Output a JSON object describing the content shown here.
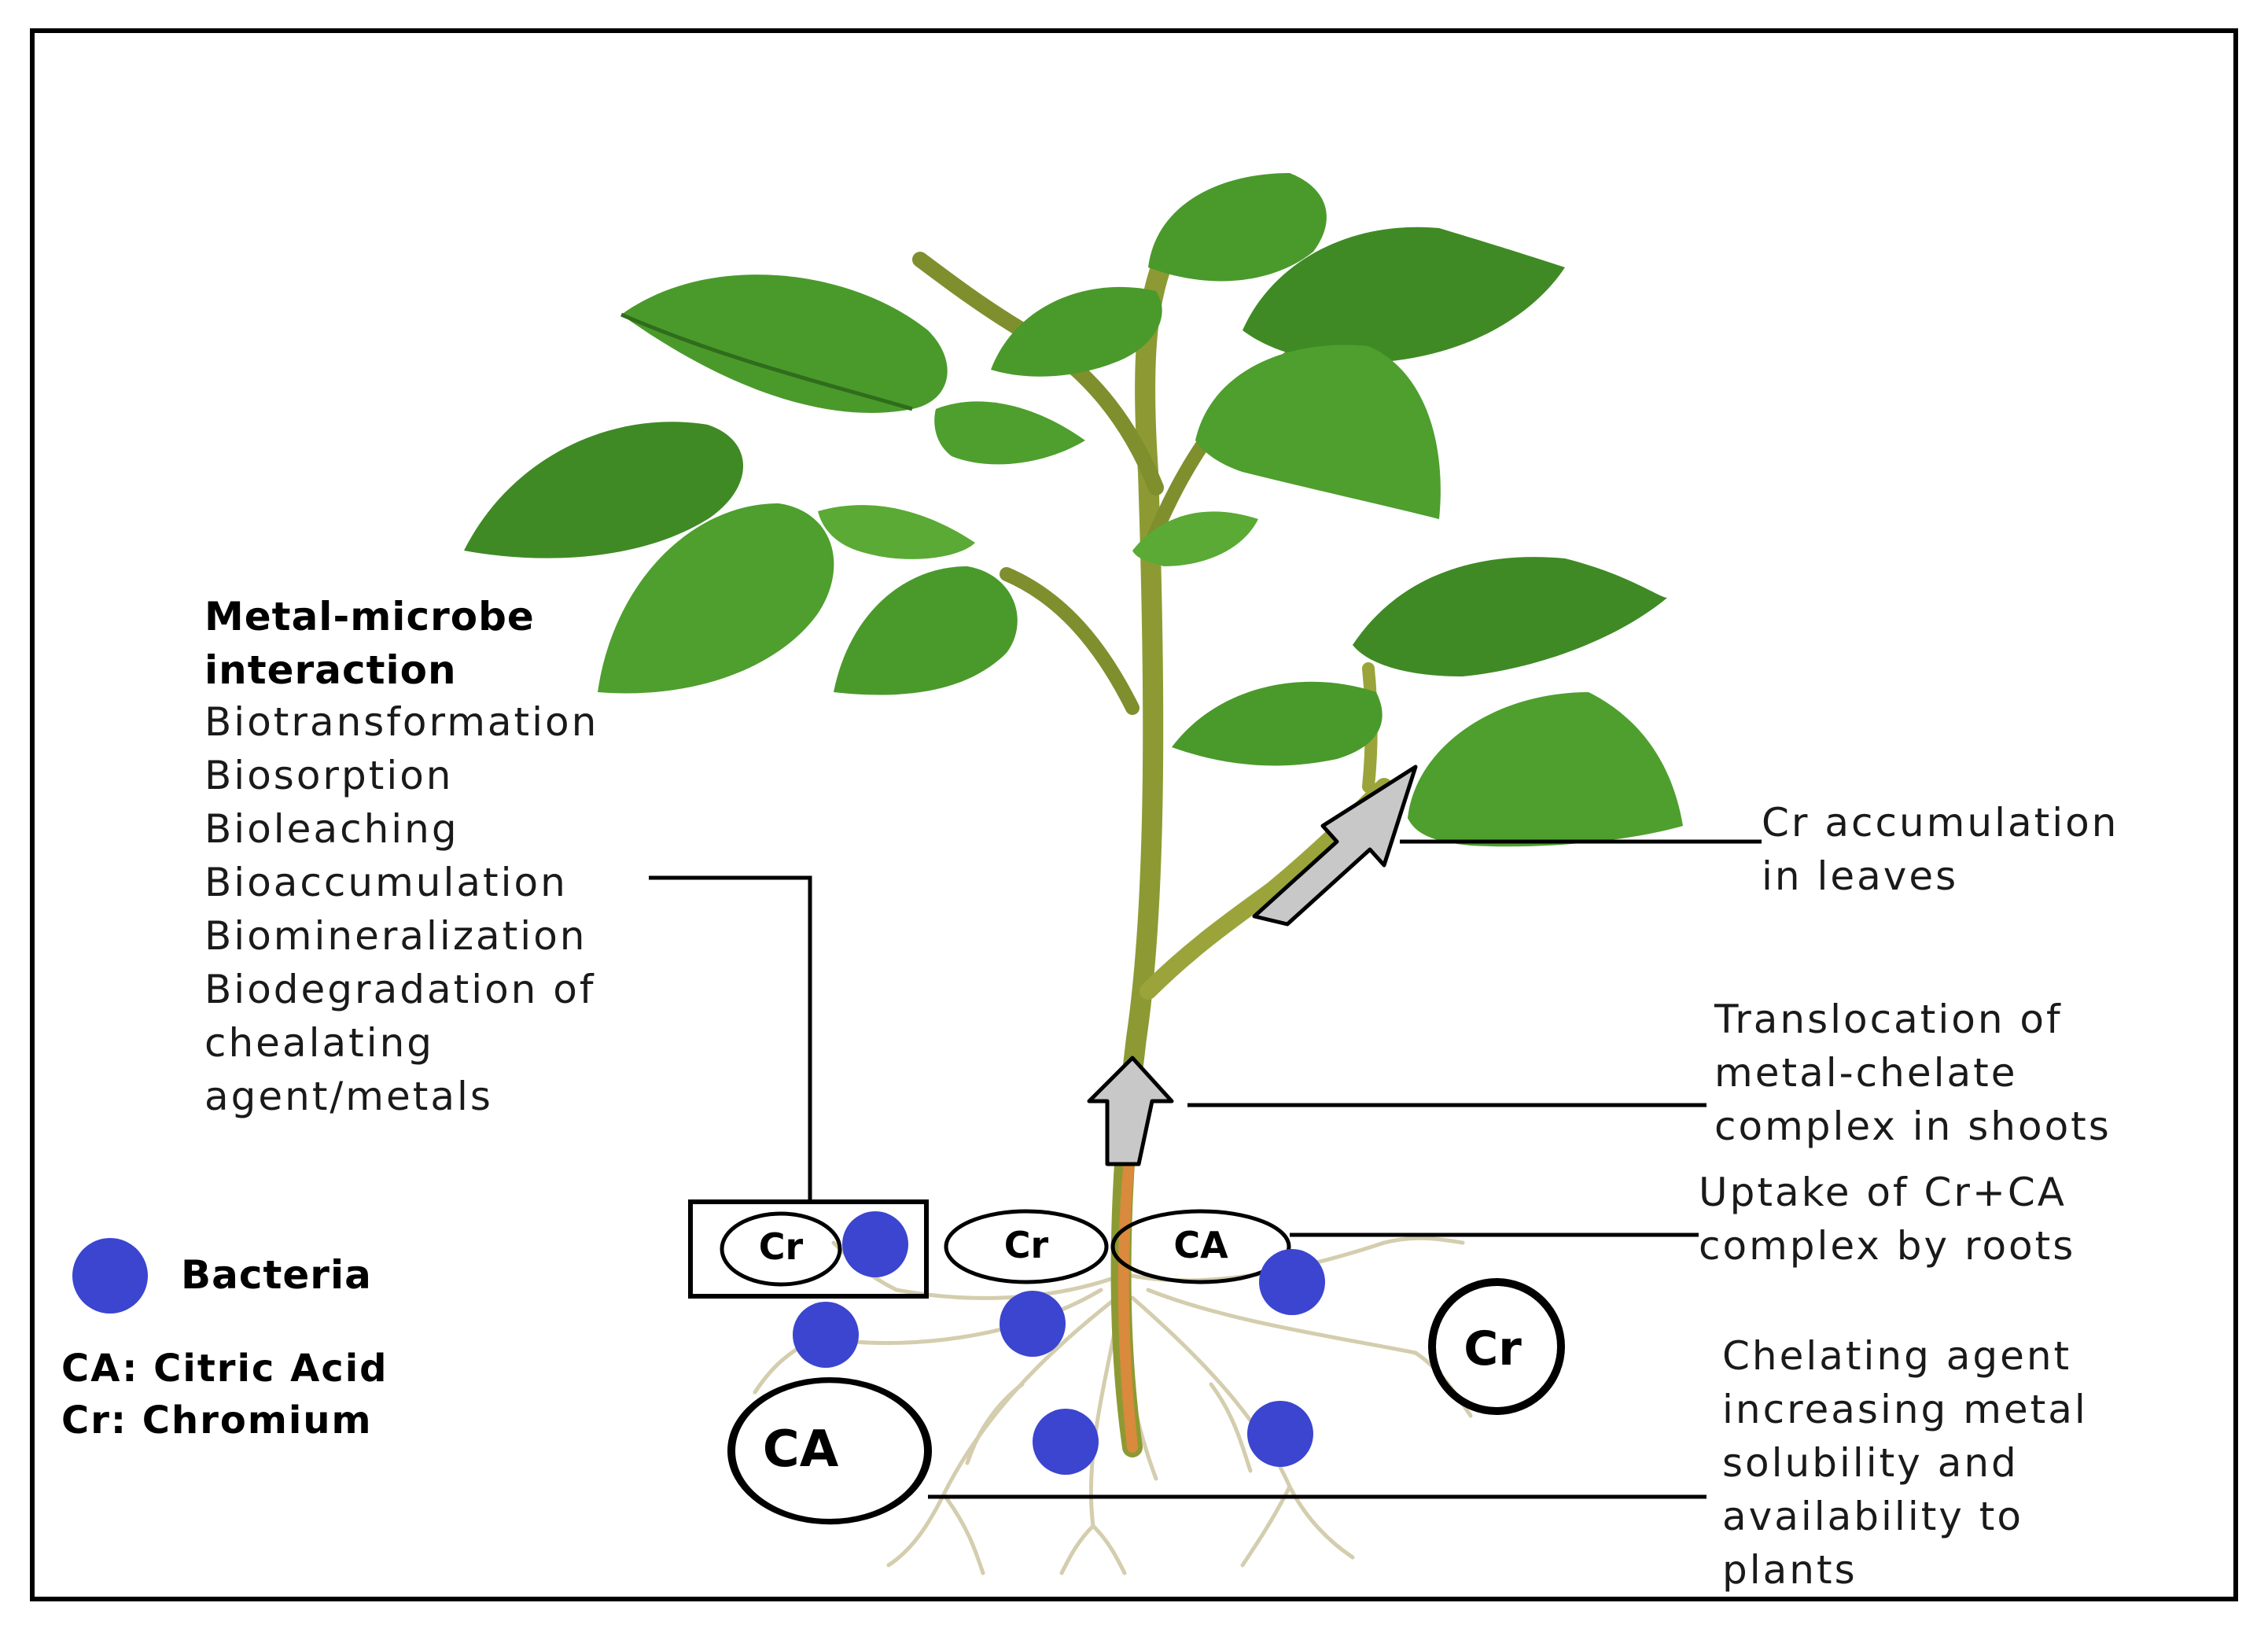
{
  "left_panel": {
    "heading": "Metal-microbe\ninteraction",
    "processes": [
      "Biotransformation",
      "Biosorption",
      "Bioleaching",
      "Bioaccumulation",
      "Biomineralization",
      "Biodegradation of",
      "chealating",
      "agent/metals"
    ]
  },
  "legend": {
    "bacteria_label": "Bacteria",
    "bacteria_color": "#3b45cf",
    "abbrev": [
      "CA: Citric Acid",
      "Cr: Chromium"
    ]
  },
  "circles": {
    "cr_boxed": "Cr",
    "cr_stem": "Cr",
    "ca_stem": "CA",
    "cr_soil": "Cr",
    "ca_soil": "CA"
  },
  "annotations": {
    "leaves": "Cr accumulation\nin leaves",
    "translocation": "Translocation of\nmetal-chelate\ncomplex in shoots",
    "uptake": "Uptake of Cr+CA\ncomplex by roots",
    "chelating": "Chelating agent\nincreasing metal\nsolubility and\navailability to\nplants"
  },
  "colors": {
    "leaf_dark": "#3f8a25",
    "leaf_light": "#6dbb3c",
    "stem": "#8f9a35",
    "root": "#d9d3b5",
    "arrow_fill": "#c8c8c8"
  }
}
